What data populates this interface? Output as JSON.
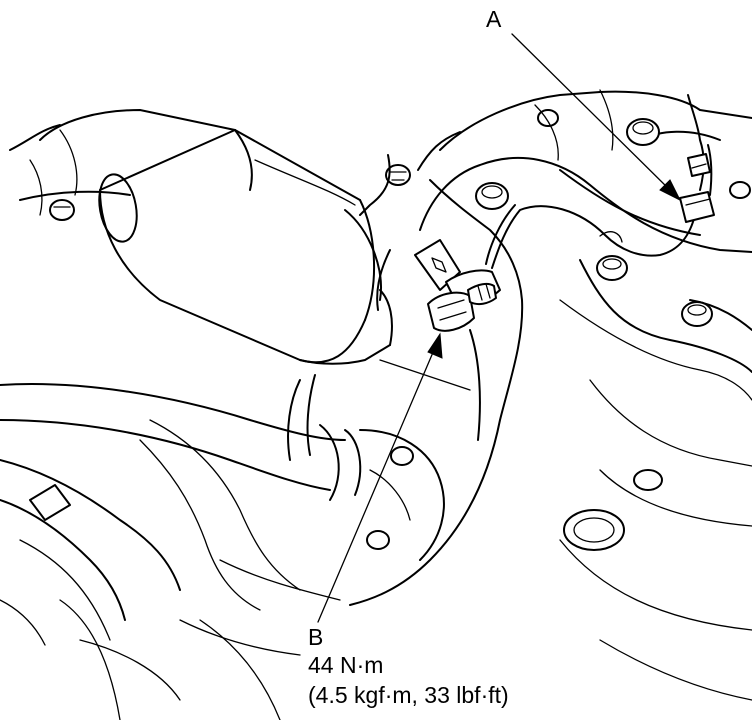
{
  "labels": {
    "a": "A",
    "b": "B"
  },
  "torque": {
    "nm": "44 N·m",
    "alt": "(4.5 kgf·m, 33 lbf·ft)"
  }
}
